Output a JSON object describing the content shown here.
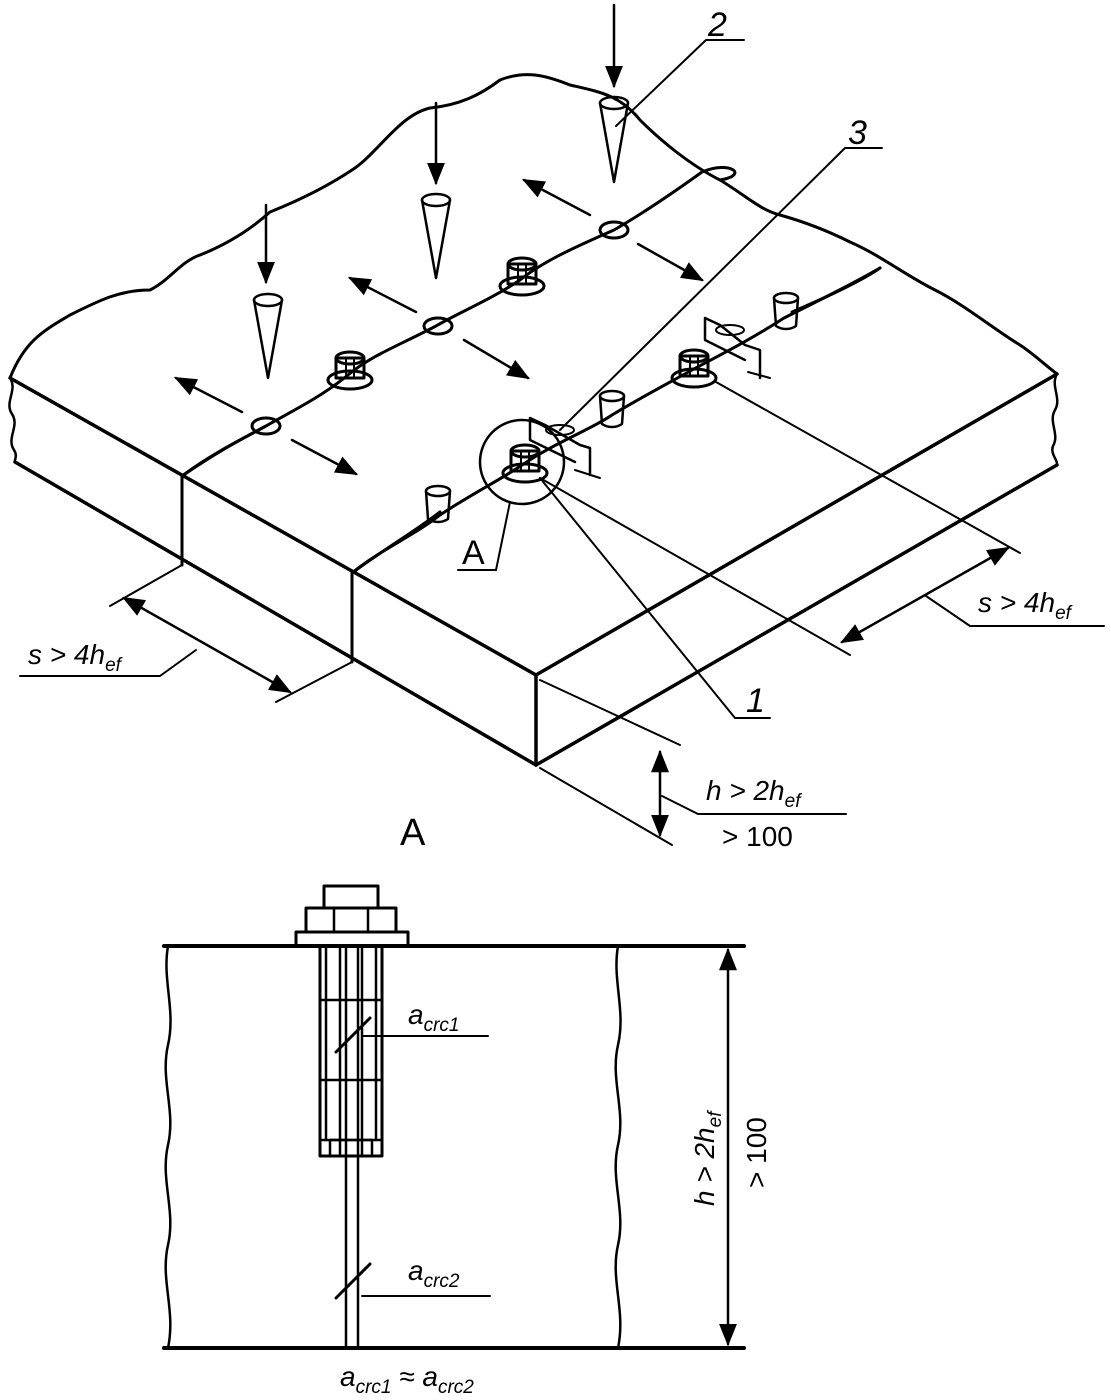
{
  "callouts": {
    "item1": "1",
    "item2": "2",
    "item3": "3",
    "detail_marker": "A",
    "detail_title": "A"
  },
  "dimensions": {
    "spacing_left": {
      "var": "s > 4h",
      "sub": "ef"
    },
    "spacing_right": {
      "var": "s > 4h",
      "sub": "ef"
    },
    "thickness_top": {
      "var": "h > 2h",
      "sub": "ef"
    },
    "thickness_bottom": "> 100",
    "detail_thickness_top": {
      "var": "h > 2h",
      "sub": "ef"
    },
    "detail_thickness_bottom": "> 100"
  },
  "crack_labels": {
    "crack1": {
      "var": "a",
      "sub": "crc1"
    },
    "crack2": {
      "var": "a",
      "sub": "crc2"
    },
    "relation_a": "a",
    "relation_sub1": "crc1",
    "relation_op": " ≈ a",
    "relation_sub2": "crc2"
  },
  "colors": {
    "ink": "#000000",
    "paper": "#ffffff"
  }
}
